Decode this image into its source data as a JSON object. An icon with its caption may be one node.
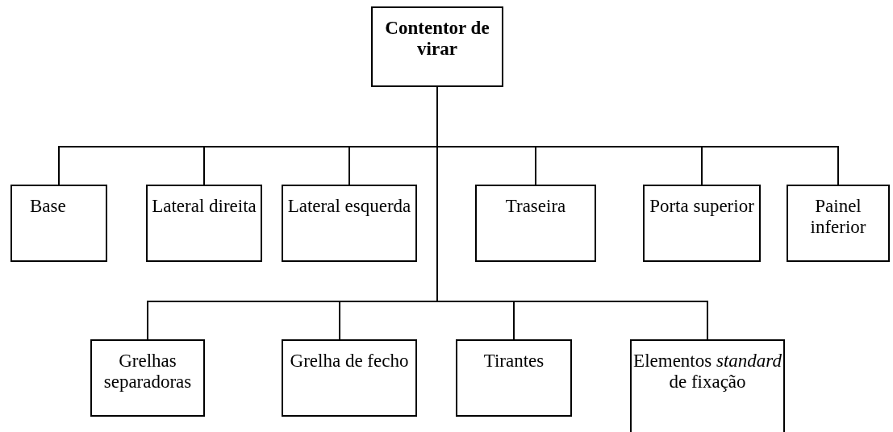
{
  "diagram": {
    "nodes": [
      {
        "text": [
          "Contentor de virar"
        ]
      },
      {
        "text": [
          "Base"
        ]
      },
      {
        "text": [
          "Lateral direita"
        ]
      },
      {
        "text": [
          "Lateral esquerda"
        ]
      },
      {
        "text": [
          "Traseira"
        ]
      },
      {
        "text": [
          "Porta superior"
        ]
      },
      {
        "text": [
          "Painel inferior"
        ]
      },
      {
        "text": [
          "Grelhas separadoras"
        ]
      },
      {
        "text": [
          "Grelha de fecho"
        ]
      },
      {
        "text": [
          "Tirantes"
        ]
      },
      {
        "text": [
          "Elementos *standard* de fixação"
        ]
      }
    ],
    "edges": [
      {
        "from": 0,
        "to": 1,
        "arrow": "none"
      },
      {
        "from": 0,
        "to": 2,
        "arrow": "none"
      },
      {
        "from": 0,
        "to": 3,
        "arrow": "none"
      },
      {
        "from": 0,
        "to": 4,
        "arrow": "none"
      },
      {
        "from": 0,
        "to": 5,
        "arrow": "none"
      },
      {
        "from": 0,
        "to": 6,
        "arrow": "none"
      },
      {
        "from": 0,
        "to": 7,
        "arrow": "none"
      },
      {
        "from": 0,
        "to": 8,
        "arrow": "none"
      },
      {
        "from": 0,
        "to": 9,
        "arrow": "none"
      },
      {
        "from": 0,
        "to": 10,
        "arrow": "none"
      }
    ]
  }
}
